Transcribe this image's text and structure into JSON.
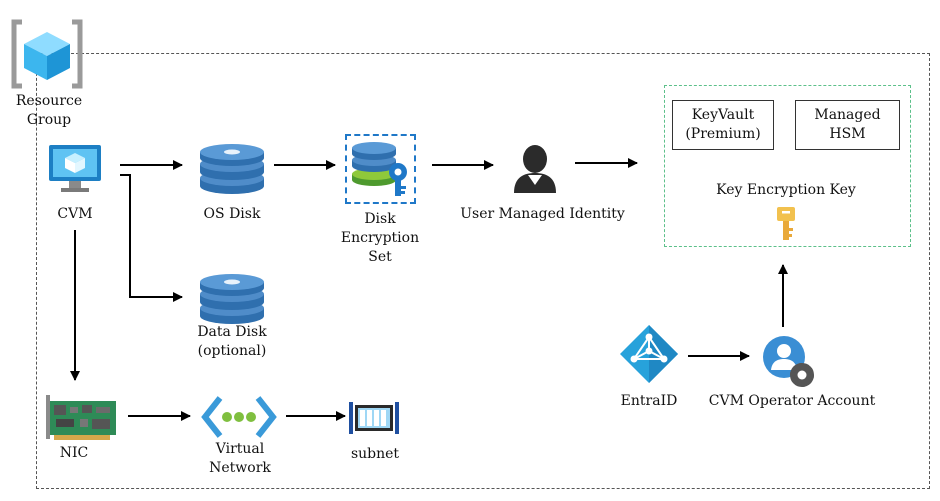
{
  "resource_group": {
    "label_line1": "Resource",
    "label_line2": "Group"
  },
  "nodes": {
    "cvm": "CVM",
    "os_disk": "OS Disk",
    "disk_encryption_set": [
      "Disk",
      "Encryption",
      "Set"
    ],
    "user_managed_identity": "User Managed Identity",
    "data_disk": [
      "Data Disk",
      "(optional)"
    ],
    "nic": "NIC",
    "virtual_network": [
      "Virtual",
      "Network"
    ],
    "subnet": "subnet",
    "entra_id": "EntraID",
    "cvm_operator_account": "CVM Operator Account"
  },
  "key_store": {
    "keyvault": [
      "KeyVault",
      "(Premium)"
    ],
    "managed_hsm": [
      "Managed",
      "HSM"
    ],
    "key_encryption_key": "Key Encryption Key"
  },
  "colors": {
    "azure_blue": "#2f7bc4",
    "disk_blue": "#4f8cc9",
    "green_dash": "#5cc08a",
    "key_gold": "#f2c14e"
  }
}
